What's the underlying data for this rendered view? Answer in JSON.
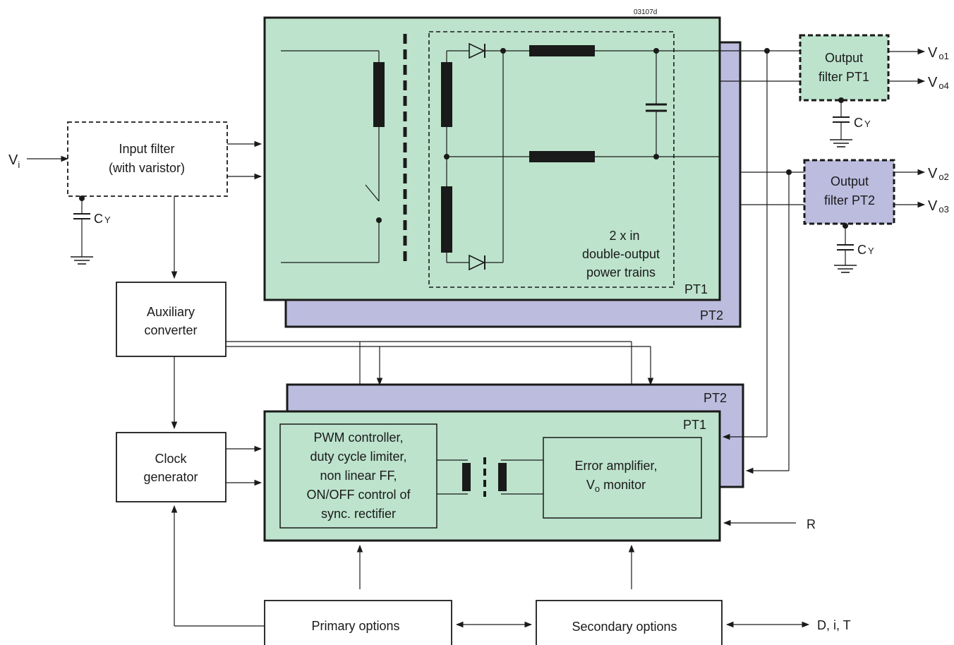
{
  "figure_id": "03107d",
  "input": {
    "symbol": "V",
    "subscript": "i"
  },
  "input_filter": {
    "line1": "Input filter",
    "line2": "(with varistor)"
  },
  "cap_label": {
    "symbol": "C",
    "subscript": "Y"
  },
  "auxiliary_converter": {
    "line1": "Auxiliary",
    "line2": "converter"
  },
  "clock_generator": {
    "line1": "Clock",
    "line2": "generator"
  },
  "power_train": {
    "front_label": "PT1",
    "back_label": "PT2",
    "inner_note": [
      "2 x in",
      "double-output",
      "power trains"
    ]
  },
  "output_filter_pt1": {
    "line1": "Output",
    "line2": "filter PT1"
  },
  "output_filter_pt2": {
    "line1": "Output",
    "line2": "filter PT2"
  },
  "outputs": [
    {
      "symbol": "V",
      "subscript": "o1"
    },
    {
      "symbol": "V",
      "subscript": "o4"
    },
    {
      "symbol": "V",
      "subscript": "o2"
    },
    {
      "symbol": "V",
      "subscript": "o3"
    }
  ],
  "control_module": {
    "front_label": "PT1",
    "back_label": "PT2",
    "pwm_lines": [
      "PWM controller,",
      "duty cycle limiter,",
      "non linear FF,",
      "ON/OFF control of",
      "sync. rectifier"
    ],
    "error_amp_line1": "Error amplifier,",
    "error_amp_line2_symbol": "V",
    "error_amp_line2_sub": "o",
    "error_amp_line2_rest": " monitor"
  },
  "r_label": "R",
  "primary_options": "Primary options",
  "secondary_options": "Secondary options",
  "dit_label": "D, i, T",
  "colors": {
    "green": "#bde3cc",
    "purple": "#bcbcdf",
    "line": "#1a1a1a"
  }
}
